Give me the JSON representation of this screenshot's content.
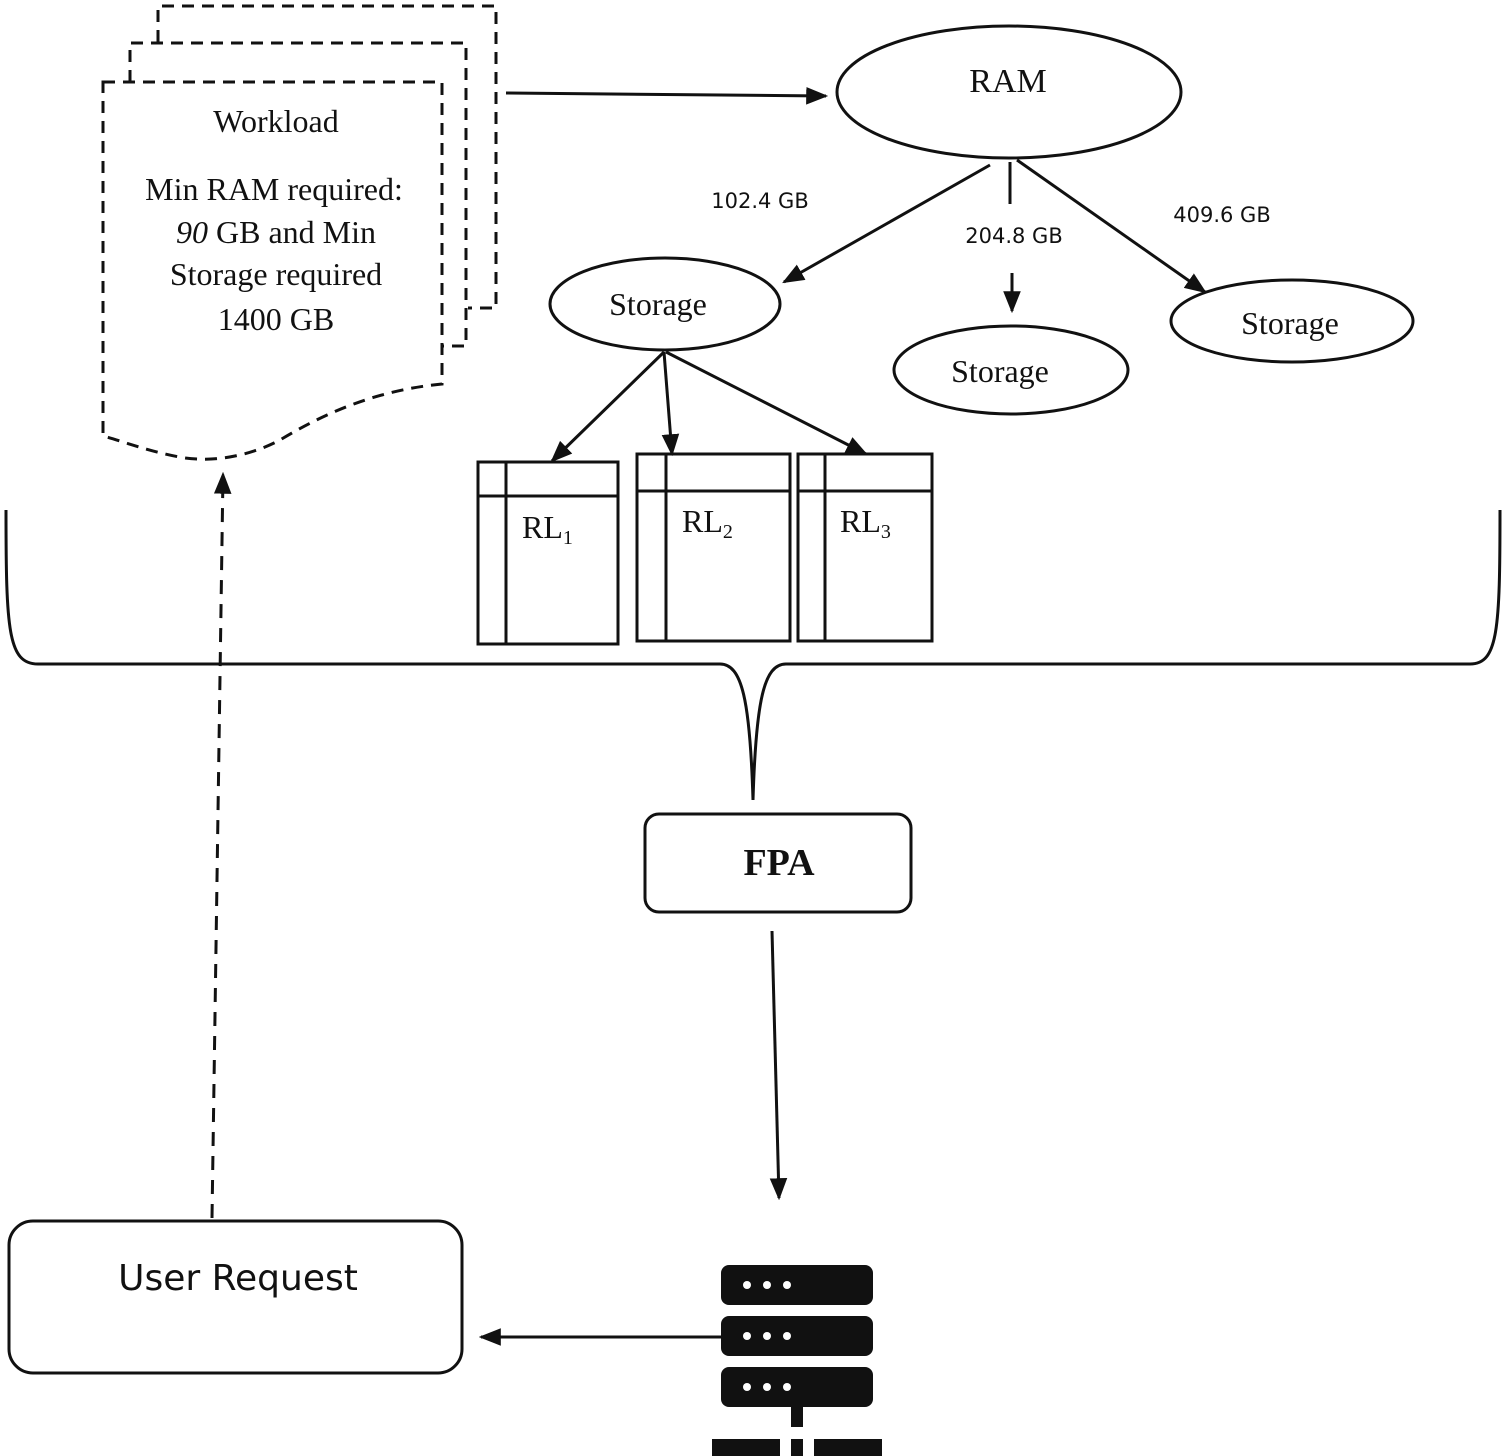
{
  "workload": {
    "title": "Workload",
    "line1": "Min RAM required:",
    "line2_value": "90",
    "line2_rest": " GB  and Min",
    "line3": "Storage required",
    "line4": "1400 GB"
  },
  "ram": {
    "label": "RAM"
  },
  "ram_edges": [
    {
      "label": "102.4 GB"
    },
    {
      "label": "204.8 GB"
    },
    {
      "label": "409.6 GB"
    }
  ],
  "storage_nodes": [
    {
      "label": "Storage"
    },
    {
      "label": "Storage"
    },
    {
      "label": "Storage"
    }
  ],
  "resource_lists": [
    {
      "base": "RL",
      "sub": "1"
    },
    {
      "base": "RL",
      "sub": "2"
    },
    {
      "base": "RL",
      "sub": "3"
    }
  ],
  "fpa": {
    "label": "FPA"
  },
  "user_request": {
    "label": "User Request"
  },
  "icons": {
    "server": "server-rack-icon"
  },
  "colors": {
    "stroke": "#111111",
    "background": "#ffffff"
  }
}
